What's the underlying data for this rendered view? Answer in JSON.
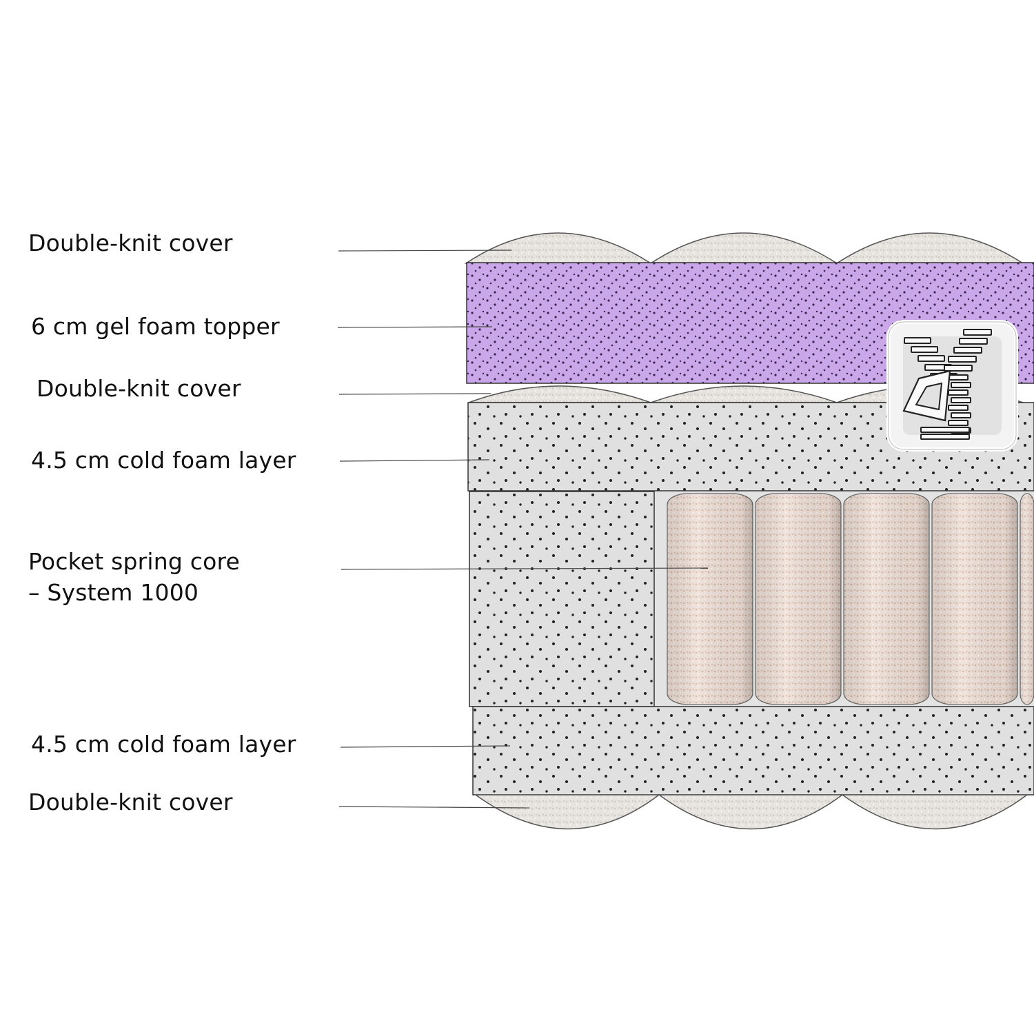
{
  "labels": {
    "cover_top": "Double-knit cover",
    "gel_topper": "6 cm gel foam topper",
    "cover_middle": "Double-knit cover",
    "cold_foam_top": "4.5 cm cold foam layer",
    "spring_core_line1": "Pocket spring core",
    "spring_core_line2": "– System 1000",
    "cold_foam_bottom": "4.5 cm cold foam layer",
    "cover_bottom": "Double-knit cover"
  },
  "icons": {
    "zipper_badge": "zipper-icon"
  },
  "colors": {
    "gel_topper": "#c9a7e8",
    "cold_foam": "#e0e0e0",
    "knit_cover": "#e6e3df",
    "spring_pocket": "#ead8cf",
    "outline": "#333333",
    "leader_line": "#444444"
  }
}
